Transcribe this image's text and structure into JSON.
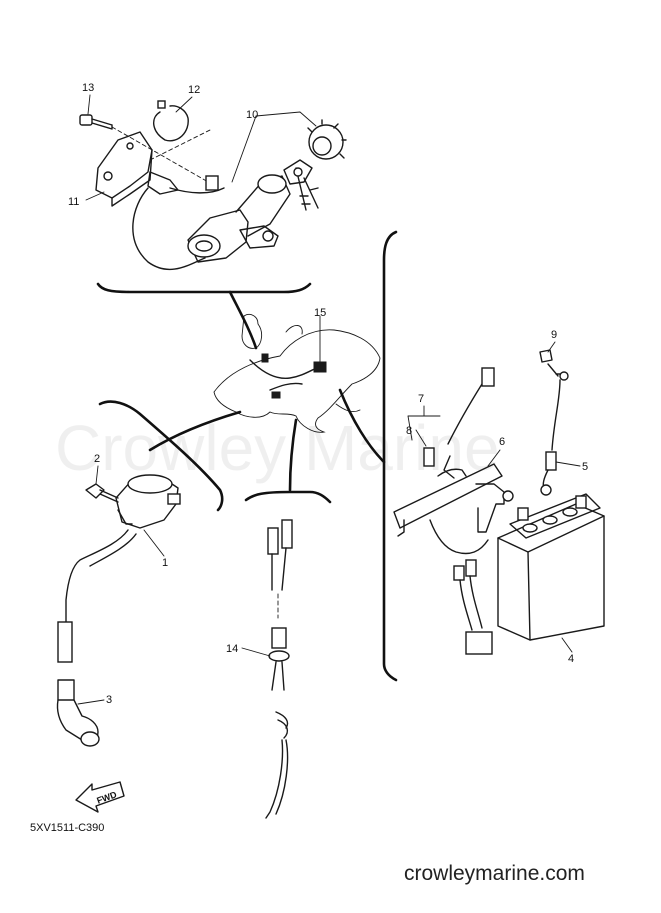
{
  "watermark": "Crowley Marine",
  "diagram_code": "5XV1511-C390",
  "website": "crowleymarine.com",
  "fwd_label": "FWD",
  "callouts": {
    "c1": "1",
    "c2": "2",
    "c3": "3",
    "c4": "4",
    "c5": "5",
    "c6": "6",
    "c7": "7",
    "c8": "8",
    "c9": "9",
    "c10": "10",
    "c11": "11",
    "c12": "12",
    "c13": "13",
    "c14": "14",
    "c15": "15"
  }
}
